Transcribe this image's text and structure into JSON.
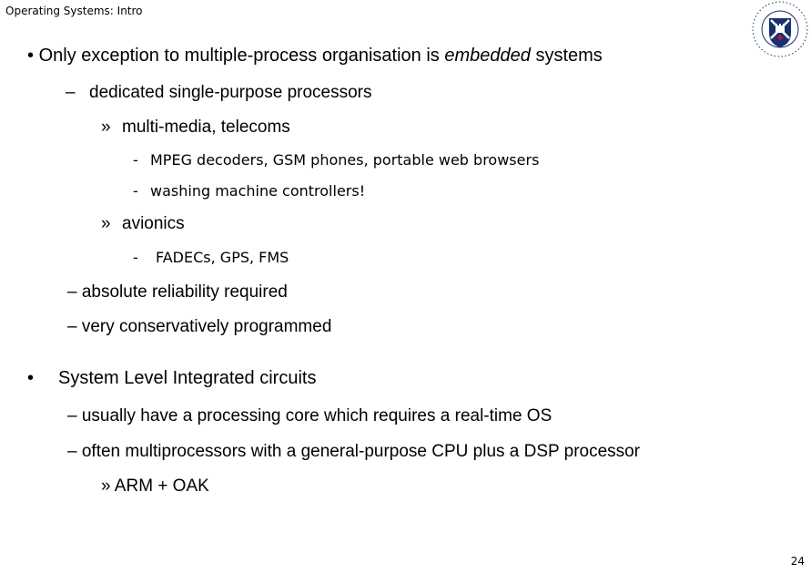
{
  "header": {
    "title": "Operating Systems: Intro"
  },
  "logo": {
    "name": "university-crest",
    "colors": {
      "shield": "#1a2f6e",
      "ring": "#1a2f6e",
      "castle": "#ffffff",
      "cross": "#b31b34"
    }
  },
  "content": {
    "b1": {
      "marker": "•",
      "text": "Only exception to multiple-process organisation is ",
      "em": "embedded",
      "tail": " systems"
    },
    "b1_1": {
      "marker": "–",
      "text": "dedicated single-purpose processors"
    },
    "b1_1_1": {
      "marker": "»",
      "text": "multi-media, telecoms"
    },
    "b1_1_1_a": {
      "marker": "-",
      "text": "MPEG decoders, GSM phones, portable web browsers"
    },
    "b1_1_1_b": {
      "marker": "-",
      "text": "washing machine controllers!"
    },
    "b1_1_2": {
      "marker": "»",
      "text": "avionics"
    },
    "b1_1_2_a": {
      "marker": "-",
      "text": "FADECs, GPS, FMS"
    },
    "b1_2": {
      "text": "– absolute reliability required"
    },
    "b1_3": {
      "text": "– very conservatively programmed"
    },
    "b2": {
      "marker": "•",
      "text": "System Level Integrated circuits"
    },
    "b2_1": {
      "text": "– usually have a processing core which requires a real-time OS"
    },
    "b2_2": {
      "text": "– often multiprocessors with a general-purpose CPU plus a DSP processor"
    },
    "b2_2_1": {
      "text": "» ARM + OAK"
    }
  },
  "footer": {
    "page_number": "24"
  }
}
